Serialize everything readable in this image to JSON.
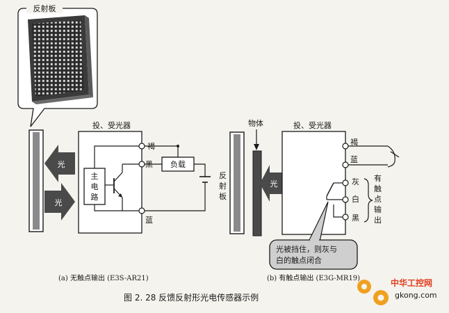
{
  "reflector_label": "反射板",
  "left": {
    "sensor_title": "投、受光器",
    "light_out": "光",
    "light_in": "光",
    "circuit_lines": [
      "主",
      "电",
      "路"
    ],
    "terminals": [
      "褐",
      "黑",
      "蓝"
    ],
    "load": "负载",
    "reflector_vertical": [
      "反",
      "射",
      "板"
    ],
    "caption": "(a) 无触点输出 (E3S-AR21)"
  },
  "right": {
    "object_label": "物体",
    "sensor_title": "投、受光器",
    "light": "光",
    "terminals_top": [
      "褐",
      "蓝"
    ],
    "contact_terminals": [
      "灰",
      "白",
      "黑"
    ],
    "contact_output": [
      "有",
      "触",
      "点",
      "输",
      "出"
    ],
    "callout_lines": [
      "光被挡住，则灰与",
      "白的触点闭合"
    ],
    "caption": "(b) 有触点输出 (E3G-MR19)"
  },
  "figure_caption": "图 2. 28   反馈反射形光电传感器示例",
  "watermark": {
    "site": "中华工控网",
    "url": "gkong.com"
  }
}
